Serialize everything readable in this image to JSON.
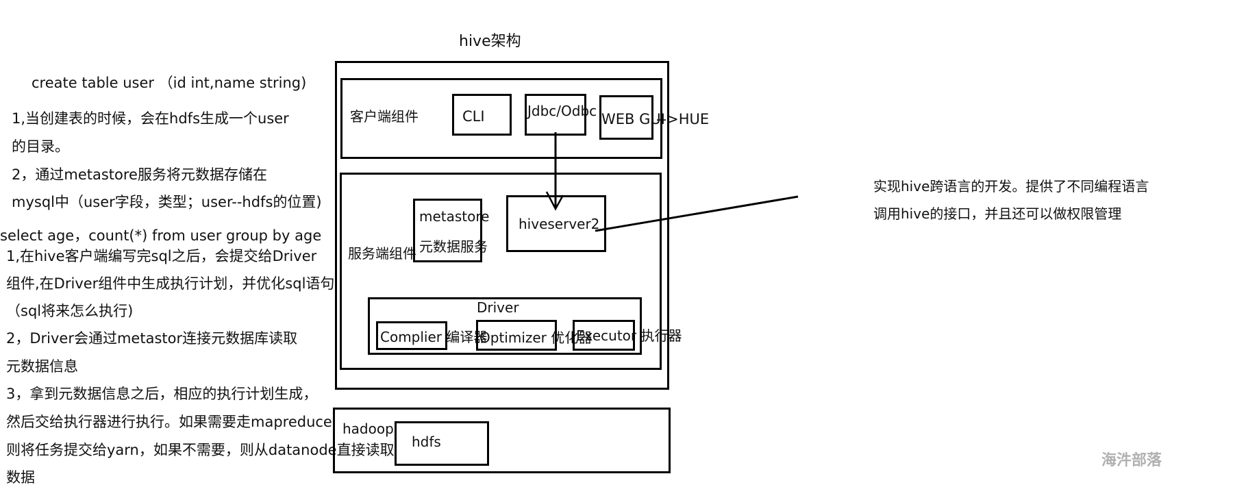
{
  "title": "hive架构",
  "left_notes": {
    "create_statement": "create table user （id int,name string)",
    "create_steps": [
      "1,当创建表的时候，会在hdfs生成一个user",
      "的目录。",
      "2，通过metastore服务将元数据存储在",
      "mysql中（user字段，类型；user--hdfs的位置)"
    ],
    "select_statement": "select age，count(*) from user group by age",
    "select_steps": [
      "1,在hive客户端编写完sql之后，会提交给Driver",
      "组件,在Driver组件中生成执行计划，并优化sql语句",
      "（sql将来怎么执行)",
      "2，Driver会通过metastor连接元数据库读取",
      "元数据信息",
      "3，拿到元数据信息之后，相应的执行计划生成，",
      "然后交给执行器进行执行。如果需要走mapreduce",
      "则将任务提交给yarn，如果不需要，则从datanode直接读取",
      "数据"
    ]
  },
  "diagram": {
    "client_group": {
      "label": "客户端组件",
      "components": [
        "CLI",
        "Jdbc/Odbc",
        "WEB GUI"
      ],
      "hue_note": "-->HUE"
    },
    "server_group": {
      "label": "服务端组件",
      "metastore": {
        "line1": "metastore",
        "line2": "元数据服务"
      },
      "hiveserver2": "hiveserver2",
      "driver": {
        "label": "Driver",
        "components": [
          "Complier 编译器",
          "Optimizer 优化器",
          "Executor 执行器"
        ]
      }
    },
    "hadoop_group": {
      "label": "hadoop",
      "hdfs": "hdfs"
    }
  },
  "annotation": {
    "line1": "实现hive跨语言的开发。提供了不同编程语言",
    "line2": "调用hive的接口，并且还可以做权限管理"
  },
  "watermark": "海汼部落"
}
